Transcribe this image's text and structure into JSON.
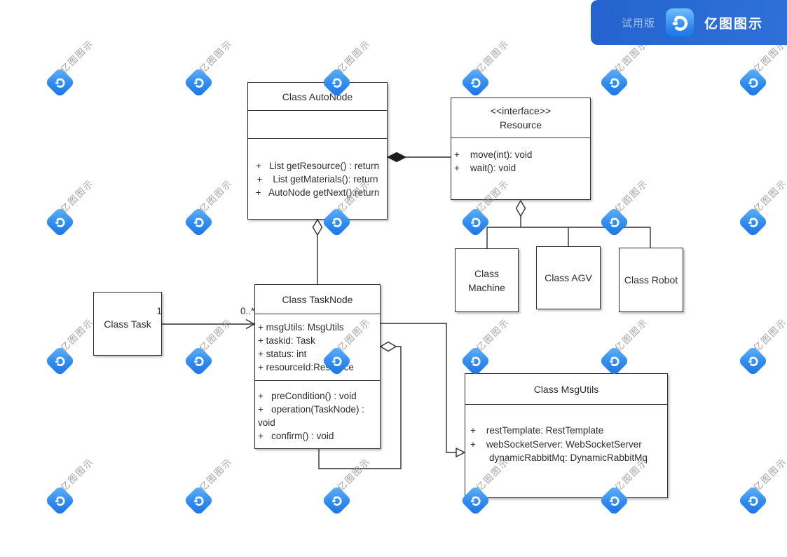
{
  "banner": {
    "trial_label": "试用版",
    "brand": "亿图图示",
    "background_color": "#2a6ad3",
    "logo_icon": "edraw-d-icon"
  },
  "watermark": {
    "text": "亿图图示",
    "logo_icon": "edraw-d-icon"
  },
  "colors": {
    "line": "#2e2e2e",
    "box_border": "#2e2e2e",
    "box_fill": "#ffffff",
    "text": "#2d2d2d"
  },
  "classes": {
    "autonode": {
      "title": "Class AutoNode",
      "attributes": [],
      "methods": [
        "+   List getResource() : return",
        "+    List getMaterials(): return",
        "+   AutoNode getNext():return"
      ]
    },
    "resource": {
      "stereotype": "<<interface>>",
      "title": "Resource",
      "methods": [
        "+    move(int): void",
        "+    wait(): void"
      ]
    },
    "machine": {
      "title": "Class Machine"
    },
    "agv": {
      "title": "Class AGV"
    },
    "robot": {
      "title": "Class Robot"
    },
    "task": {
      "title": "Class Task"
    },
    "tasknode": {
      "title": "Class TaskNode",
      "attributes": [
        "+ msgUtils: MsgUtils",
        "+ taskid: Task",
        "+ status: int",
        "+ resourceId:Resource"
      ],
      "methods": [
        "+   preCondition() : void",
        "+   operation(TaskNode) :",
        "void",
        "+   confirm() : void"
      ]
    },
    "msgutils": {
      "title": "Class MsgUtils",
      "attributes": [
        "+    restTemplate: RestTemplate",
        "+    webSocketServer: WebSocketServer",
        "dynamicRabbitMq: DynamicRabbitMq"
      ]
    }
  },
  "relationship_labels": {
    "task_multiplicity": "1",
    "tasknode_multiplicity": "0..*"
  }
}
